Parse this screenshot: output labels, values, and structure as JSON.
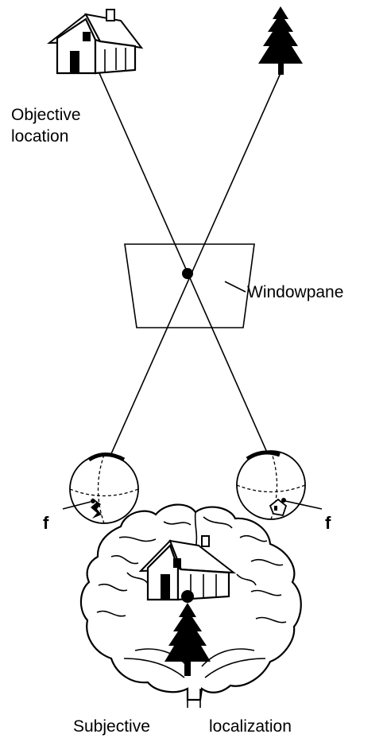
{
  "labels": {
    "objective_line1": "Objective",
    "objective_line2": "location",
    "windowpane": "Windowpane",
    "fovea_left": "f",
    "fovea_right": "f",
    "subjective": "Subjective",
    "localization": "localization"
  },
  "icons": {
    "house": "house-icon",
    "tree": "tree-icon",
    "eye": "eye-icon",
    "brain": "brain-icon"
  },
  "colors": {
    "ink": "#000000",
    "paper": "#ffffff"
  }
}
